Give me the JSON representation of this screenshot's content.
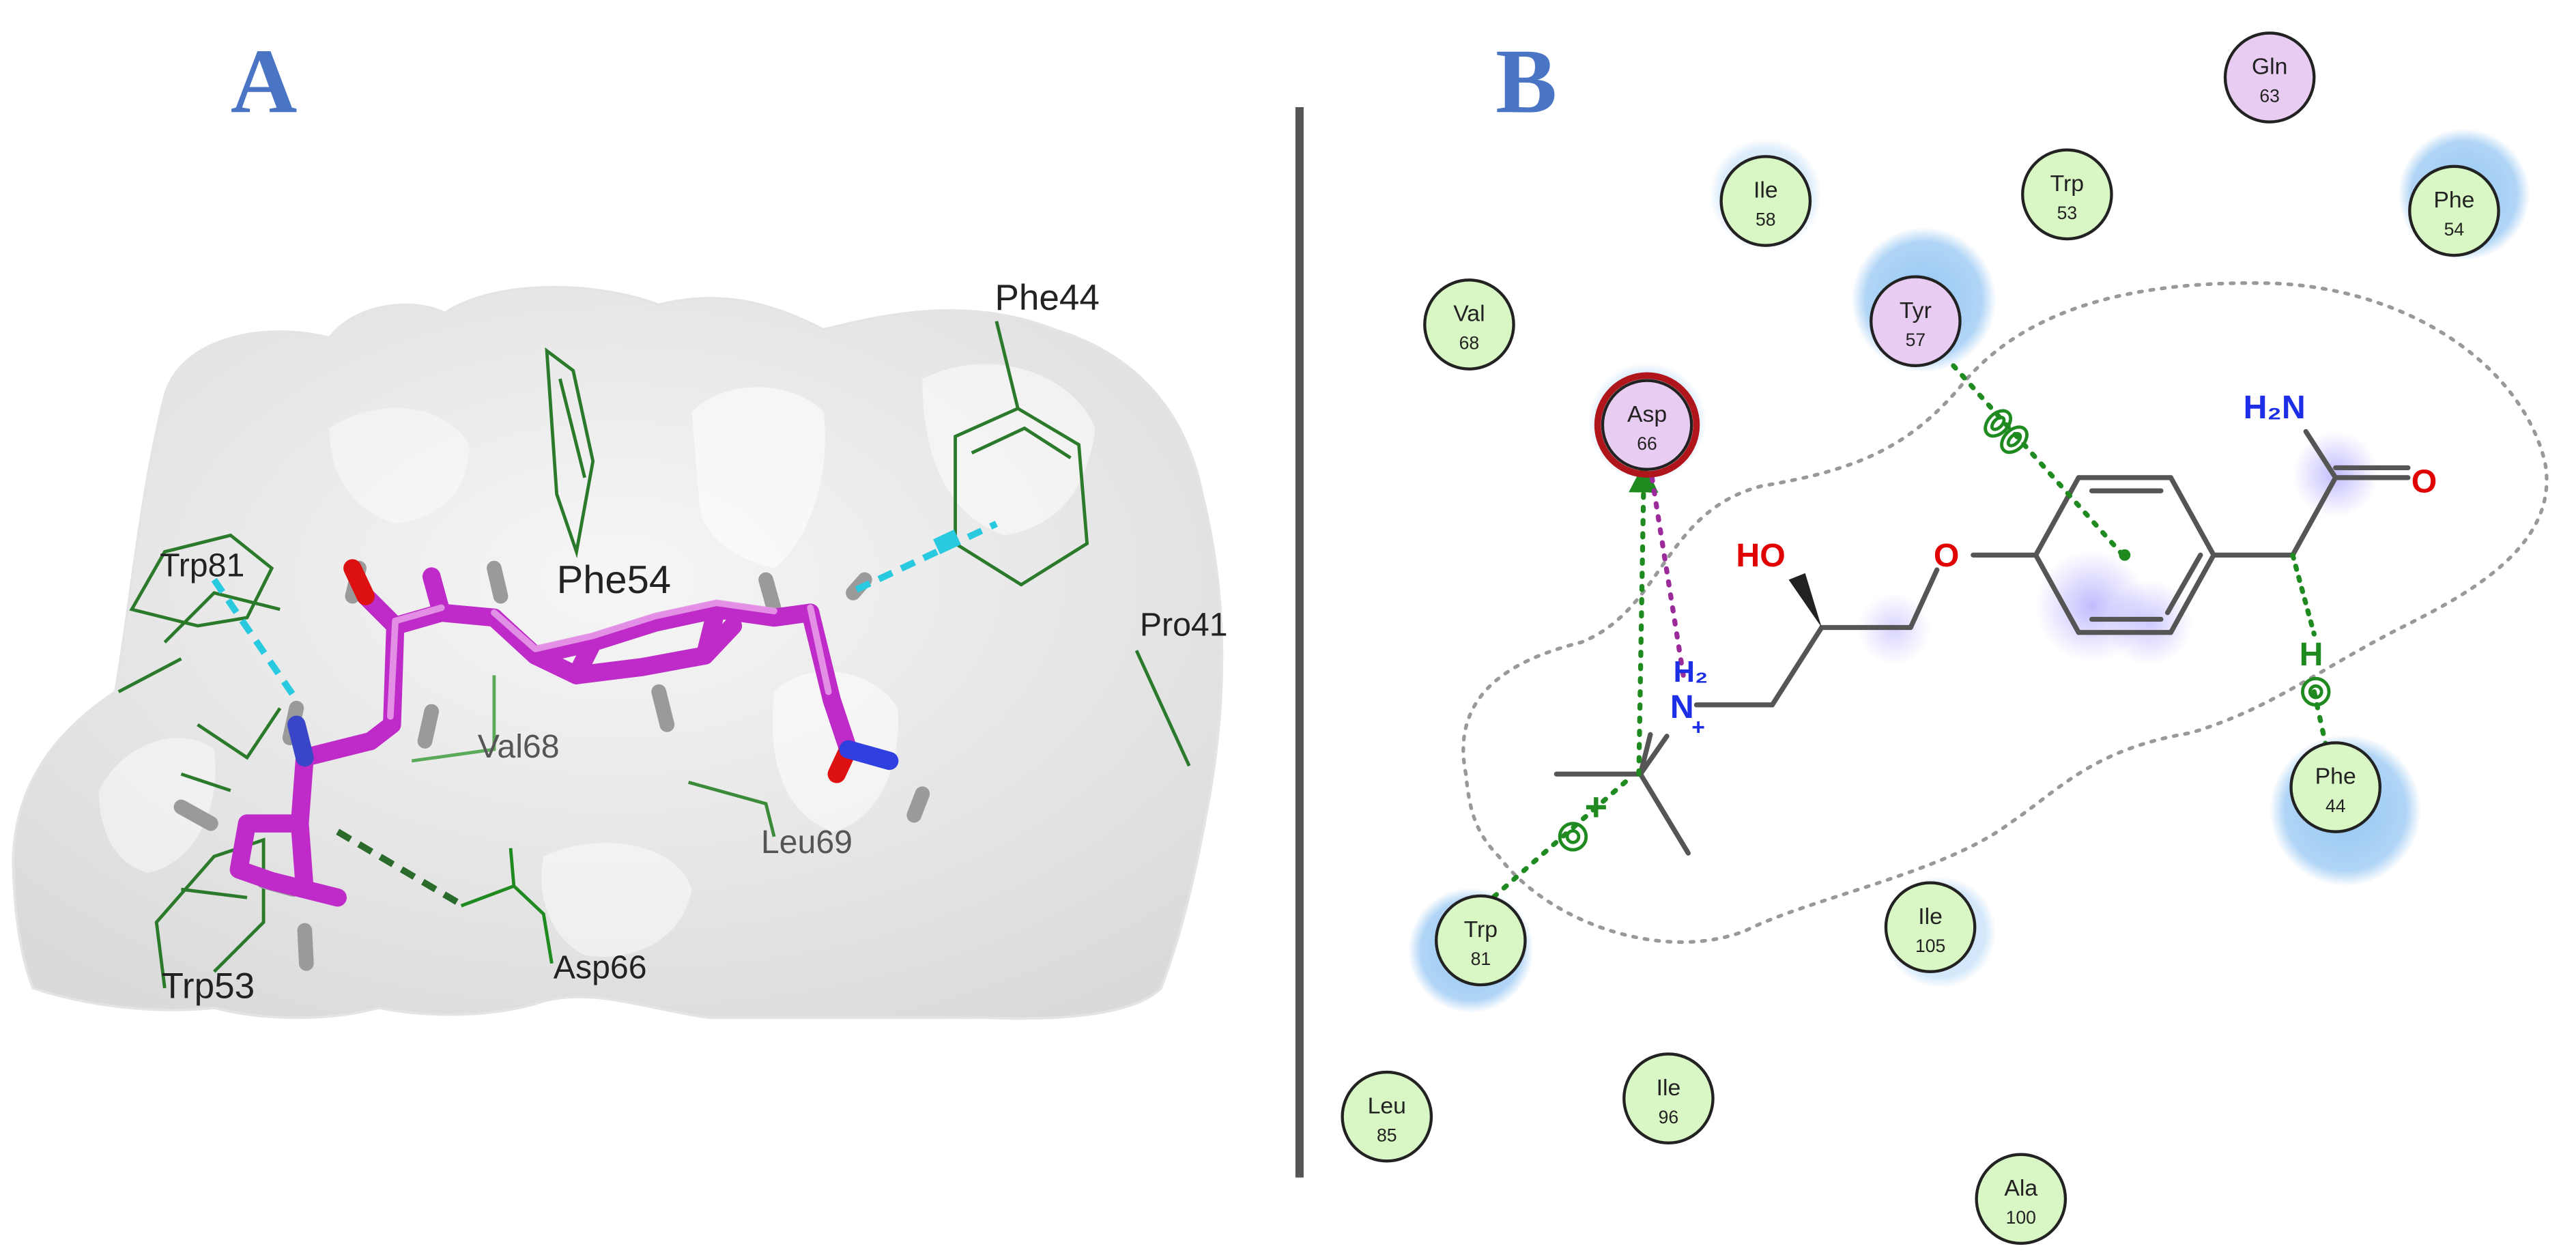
{
  "panel_a": {
    "letter": "A",
    "labels": {
      "phe44": "Phe44",
      "trp81": "Trp81",
      "phe54": "Phe54",
      "pro41": "Pro41",
      "val68": "Val68",
      "leu69": "Leu69",
      "asp66": "Asp66",
      "trp53": "Trp53"
    }
  },
  "panel_b": {
    "letter": "B",
    "residues": [
      {
        "id": "gln63",
        "name": "Gln",
        "num": "63",
        "kind": "polar"
      },
      {
        "id": "ile58",
        "name": "Ile",
        "num": "58",
        "kind": "hydrophobic"
      },
      {
        "id": "trp53",
        "name": "Trp",
        "num": "53",
        "kind": "hydrophobic"
      },
      {
        "id": "phe54",
        "name": "Phe",
        "num": "54",
        "kind": "hydrophobic"
      },
      {
        "id": "val68",
        "name": "Val",
        "num": "68",
        "kind": "hydrophobic"
      },
      {
        "id": "tyr57",
        "name": "Tyr",
        "num": "57",
        "kind": "polar"
      },
      {
        "id": "asp66",
        "name": "Asp",
        "num": "66",
        "kind": "acidic"
      },
      {
        "id": "phe44",
        "name": "Phe",
        "num": "44",
        "kind": "hydrophobic"
      },
      {
        "id": "trp81",
        "name": "Trp",
        "num": "81",
        "kind": "hydrophobic"
      },
      {
        "id": "ile105",
        "name": "Ile",
        "num": "105",
        "kind": "hydrophobic"
      },
      {
        "id": "leu85",
        "name": "Leu",
        "num": "85",
        "kind": "hydrophobic"
      },
      {
        "id": "ile96",
        "name": "Ile",
        "num": "96",
        "kind": "hydrophobic"
      },
      {
        "id": "ala100",
        "name": "Ala",
        "num": "100",
        "kind": "hydrophobic"
      }
    ],
    "atoms": {
      "ho": "HO",
      "o_ether": "O",
      "h2n": "H₂N",
      "o_carbonyl": "O",
      "h2": "H₂",
      "n": "N",
      "n_charge": "+",
      "h": "H",
      "cation_plus": "+"
    },
    "colors": {
      "hydrophobic_fill": "#d9f7c4",
      "polar_fill": "#e8ccf2",
      "exposure_halo": "#8fc3f2",
      "acidic_ring": "#b0151c",
      "pi_interaction": "#1f8a1f",
      "salt_bridge": "#9b2a9b",
      "heteroatom_n": "#1d2fe6",
      "heteroatom_o": "#e00000"
    }
  }
}
